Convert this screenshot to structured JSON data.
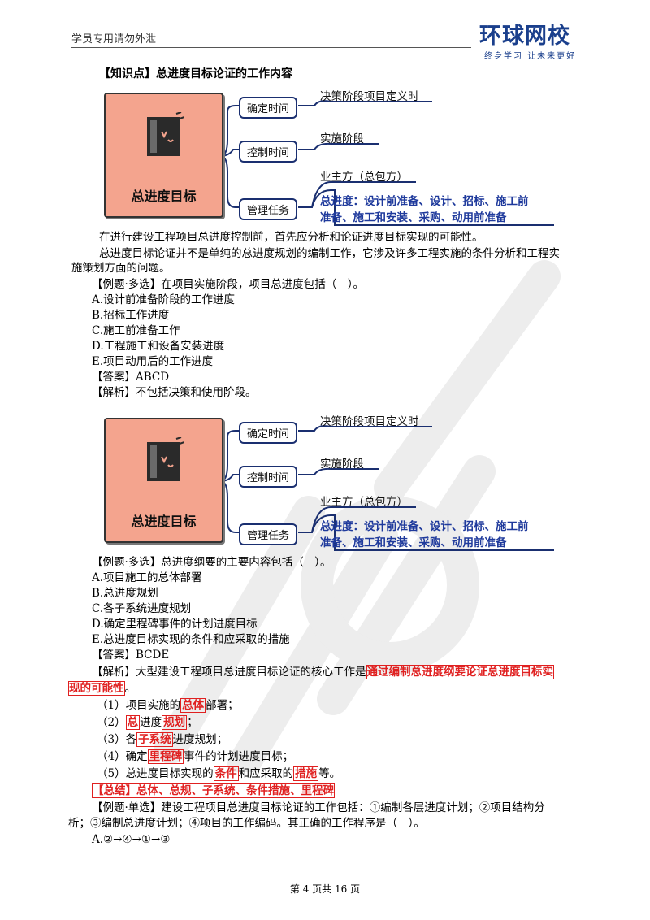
{
  "header": {
    "left": "学员专用请勿外泄"
  },
  "logo": {
    "main": "环球网校",
    "sub": "终身学习 让未来更好"
  },
  "heading": "【知识点】总进度目标论证的工作内容",
  "diagram": {
    "center": "总进度目标",
    "nodes": [
      "确定时间",
      "控制时间",
      "管理任务"
    ],
    "texts": [
      "决策阶段项目定义时",
      "实施阶段",
      "业主方（总包方）"
    ],
    "blue1": "总进度：设计前准备、设计、招标、施工前",
    "blue2": "准备、施工和安装、采购、动用前准备"
  },
  "paragraphs": [
    "在进行建设工程项目总进度控制前，首先应分析和论证进度目标实现的可能性。",
    "总进度目标论证并不是单纯的总进度规划的编制工作，它涉及许多工程实施的条件分析和工程实",
    "施策划方面的问题。"
  ],
  "q1": {
    "stem": "【例题·多选】在项目实施阶段，项目总进度包括（　）。",
    "options": [
      "A.设计前准备阶段的工作进度",
      "B.招标工作进度",
      "C.施工前准备工作",
      "D.工程施工和设备安装进度",
      "E.项目动用后的工作进度"
    ],
    "answer": "【答案】ABCD",
    "analysis": "【解析】不包括决策和使用阶段。"
  },
  "q2": {
    "stem": "【例题·多选】总进度纲要的主要内容包括（　）。",
    "options": [
      "A.项目施工的总体部署",
      "B.总进度规划",
      "C.各子系统进度规划",
      "D.确定里程碑事件的计划进度目标",
      "E.总进度目标实现的条件和应采取的措施"
    ],
    "answer": "【答案】BCDE",
    "analysis_prefix": "【解析】大型建设工程项目总进度目标论证的核心工作是",
    "analysis_hl1": "通过编制总进度纲要论证总进度目标实",
    "analysis_hl2": "现的可能性",
    "analysis_end": "。",
    "items": [
      {
        "a": "（1）项目实施的",
        "h": "总体",
        "b": "部署；",
        "h2": "",
        "c": ""
      },
      {
        "a": "（2）",
        "h": "总",
        "b": "进度",
        "h2": "规划",
        "c": "；"
      },
      {
        "a": "（3）各",
        "h": "子系统",
        "b": "进度规划；",
        "h2": "",
        "c": ""
      },
      {
        "a": "（4）确定",
        "h": "里程碑",
        "b": "事件的计划进度目标；",
        "h2": "",
        "c": ""
      },
      {
        "a": "（5）总进度目标实现的",
        "h": "条件",
        "b": "和应采取的",
        "h2": "措施",
        "c": "等。"
      }
    ],
    "summary": "【总结】总体、总规、子系统、条件措施、里程碑"
  },
  "q3": {
    "stem1": "【例题·单选】建设工程项目总进度目标论证的工作包括：①编制各层进度计划；②项目结构分",
    "stem2": "析；③编制总进度计划；④项目的工作编码。其正确的工作程序是（　）。",
    "optionA": "A.②→④→①→③"
  },
  "footer": "第 4 页共 16 页"
}
